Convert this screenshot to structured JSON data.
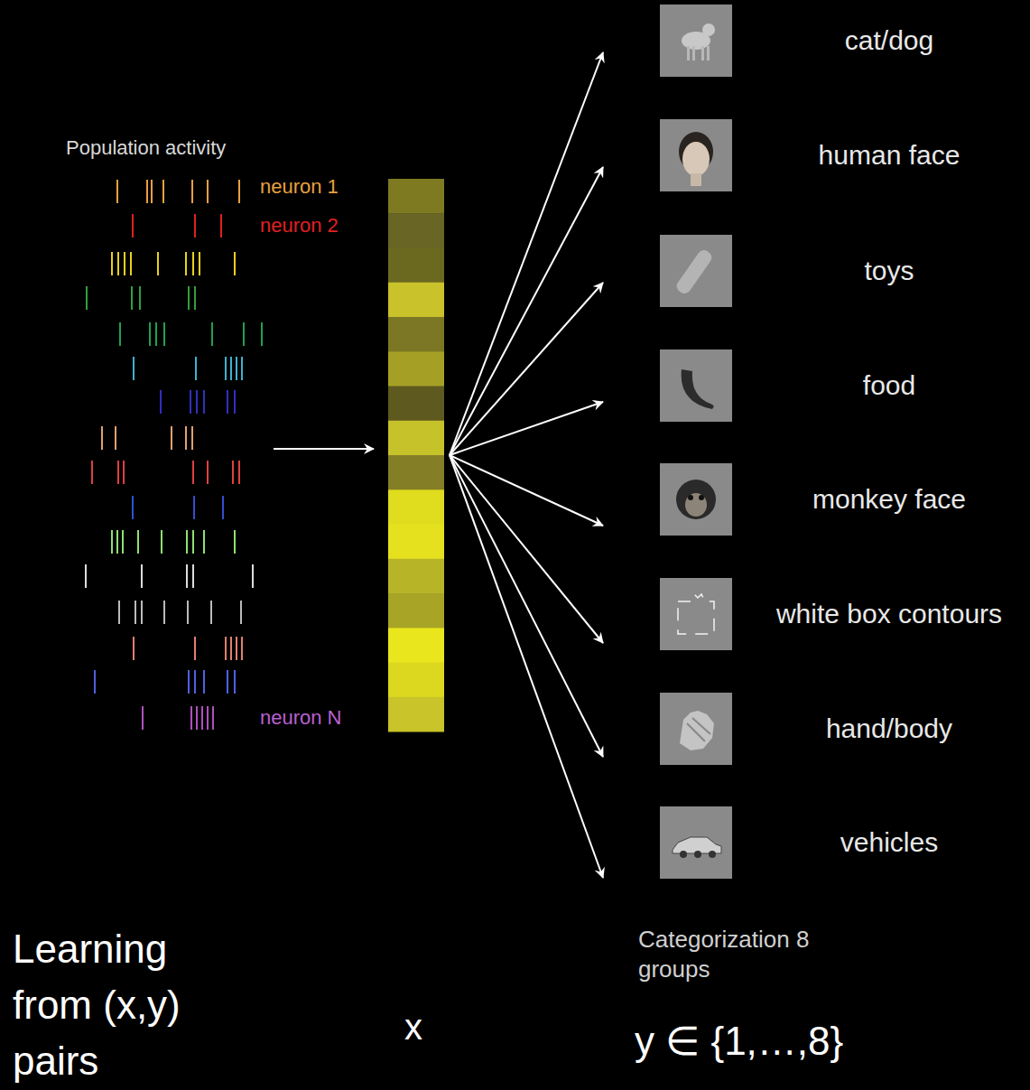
{
  "diagram": {
    "nodes": [
      {
        "text": [
          "Population activity",
          "neuron 1",
          "neuron 2",
          "neuron N"
        ]
      },
      {
        "text": [
          "x"
        ]
      },
      {
        "text": [
          "cat/dog"
        ]
      },
      {
        "text": [
          "human face"
        ]
      },
      {
        "text": [
          "toys"
        ]
      },
      {
        "text": [
          "food"
        ]
      },
      {
        "text": [
          "monkey face"
        ]
      },
      {
        "text": [
          "white box contours"
        ]
      },
      {
        "text": [
          "hand/body"
        ]
      },
      {
        "text": [
          "vehicles"
        ]
      }
    ],
    "edges": [
      {
        "from": 0,
        "to": 1,
        "arrow": "to"
      },
      {
        "from": 1,
        "to": 2,
        "arrow": "to"
      },
      {
        "from": 1,
        "to": 3,
        "arrow": "to"
      },
      {
        "from": 1,
        "to": 4,
        "arrow": "to"
      },
      {
        "from": 1,
        "to": 5,
        "arrow": "to"
      },
      {
        "from": 1,
        "to": 6,
        "arrow": "to"
      },
      {
        "from": 1,
        "to": 7,
        "arrow": "to"
      },
      {
        "from": 1,
        "to": 8,
        "arrow": "to"
      },
      {
        "from": 1,
        "to": 9,
        "arrow": "to"
      }
    ],
    "labels": [
      "Learning from (x,y) pairs",
      "Categorization 8 groups",
      "y ∈ {1,…,8}"
    ]
  }
}
